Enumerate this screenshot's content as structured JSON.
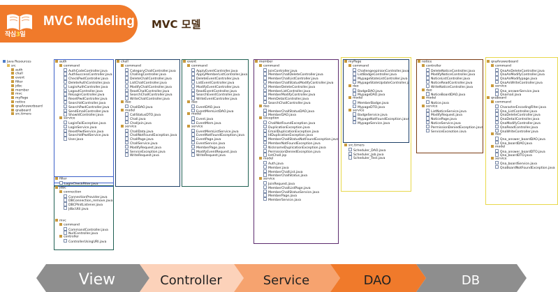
{
  "header": {
    "title": "MVC Modeling",
    "logo_text_a": "작심",
    "logo_text_b": "3",
    "logo_text_c": "일",
    "subtitle": "MVC 모델"
  },
  "root": [
    {
      "t": "Java Resources",
      "k": "proj",
      "d": 0
    },
    {
      "t": "src",
      "k": "folder",
      "d": 1
    },
    {
      "t": "auth",
      "k": "pkg",
      "d": 2
    },
    {
      "t": "chall",
      "k": "pkg",
      "d": 2
    },
    {
      "t": "event",
      "k": "pkg",
      "d": 2
    },
    {
      "t": "filter",
      "k": "pkg",
      "d": 2
    },
    {
      "t": "jdbc",
      "k": "pkg",
      "d": 2
    },
    {
      "t": "member",
      "k": "pkg",
      "d": 2
    },
    {
      "t": "mvc",
      "k": "pkg",
      "d": 2
    },
    {
      "t": "myPage",
      "k": "pkg",
      "d": 2
    },
    {
      "t": "notice",
      "k": "pkg",
      "d": 2
    },
    {
      "t": "qnaAnswerboard",
      "k": "pkg",
      "d": 2
    },
    {
      "t": "qnaboard",
      "k": "pkg",
      "d": 2
    },
    {
      "t": "src.timers",
      "k": "pkg",
      "d": 2
    }
  ],
  "auth": [
    {
      "t": "auth",
      "k": "pkg",
      "d": 0
    },
    {
      "t": "command",
      "k": "pkg",
      "d": 1
    },
    {
      "t": "AuthCodeController.java",
      "k": "file",
      "d": 2
    },
    {
      "t": "AuthSuccessController.java",
      "k": "file",
      "d": 2
    },
    {
      "t": "CheckPwdController.java",
      "k": "file",
      "d": 2
    },
    {
      "t": "DeleteAuthController.java",
      "k": "file",
      "d": 2
    },
    {
      "t": "LoginAuthController.java",
      "k": "file",
      "d": 2
    },
    {
      "t": "LogoutController.java",
      "k": "file",
      "d": 2
    },
    {
      "t": "ReLoginController.java",
      "k": "file",
      "d": 2
    },
    {
      "t": "ResetPwdController.java",
      "k": "file",
      "d": 2
    },
    {
      "t": "SearchIdController.java",
      "k": "file",
      "d": 2
    },
    {
      "t": "SearchPwdController.java",
      "k": "file",
      "d": 2
    },
    {
      "t": "SendEmailController.java",
      "k": "file",
      "d": 2
    },
    {
      "t": "ShowIdController.java",
      "k": "file",
      "d": 2
    },
    {
      "t": "service",
      "k": "pkg",
      "d": 1
    },
    {
      "t": "LoginFailException.java",
      "k": "file",
      "d": 2
    },
    {
      "t": "LoginService.java",
      "k": "file",
      "d": 2
    },
    {
      "t": "ResetPwdService.java",
      "k": "file",
      "d": 2
    },
    {
      "t": "SearchIdPwdService.java",
      "k": "file",
      "d": 2
    },
    {
      "t": "User.java",
      "k": "file",
      "d": 2
    }
  ],
  "filter": [
    {
      "t": "filter",
      "k": "pkg",
      "d": 0
    },
    {
      "t": "LoginCheckFilter.java",
      "k": "file",
      "d": 1
    }
  ],
  "jdbc": [
    {
      "t": "jdbc",
      "k": "pkg",
      "d": 0
    },
    {
      "t": "connection",
      "k": "pkg",
      "d": 1
    },
    {
      "t": "ConnectionProvider.java",
      "k": "file",
      "d": 2
    },
    {
      "t": "DBConnection_remove.java",
      "k": "file",
      "d": 2
    },
    {
      "t": "DBCPInitListener.java",
      "k": "file",
      "d": 2
    },
    {
      "t": "JdbcUtil.java",
      "k": "file",
      "d": 2
    }
  ],
  "mvc": [
    {
      "t": "mvc",
      "k": "pkg",
      "d": 0
    },
    {
      "t": "command",
      "k": "pkg",
      "d": 1
    },
    {
      "t": "CommandController.java",
      "k": "file",
      "d": 2
    },
    {
      "t": "NullController.java",
      "k": "file",
      "d": 2
    },
    {
      "t": "controller",
      "k": "pkg",
      "d": 1
    },
    {
      "t": "ControllerUsingURI.java",
      "k": "file",
      "d": 2
    }
  ],
  "chall": [
    {
      "t": "chall",
      "k": "pkg",
      "d": 0
    },
    {
      "t": "command",
      "k": "pkg",
      "d": 1
    },
    {
      "t": "CategoryChallController.java",
      "k": "file",
      "d": 2
    },
    {
      "t": "ChallingController.java",
      "k": "file",
      "d": 2
    },
    {
      "t": "DeleteChallController.java",
      "k": "file",
      "d": 2
    },
    {
      "t": "ListChallController.java",
      "k": "file",
      "d": 2
    },
    {
      "t": "ModifyChallController.java",
      "k": "file",
      "d": 2
    },
    {
      "t": "ReadChallController.java",
      "k": "file",
      "d": 2
    },
    {
      "t": "SearchChallController.java",
      "k": "file",
      "d": 2
    },
    {
      "t": "WriteChallController.java",
      "k": "file",
      "d": 2
    },
    {
      "t": "dao",
      "k": "pkg",
      "d": 1
    },
    {
      "t": "ChallDAO.java",
      "k": "file",
      "d": 2
    },
    {
      "t": "model",
      "k": "pkg",
      "d": 1
    },
    {
      "t": "CallStatusDTO.java",
      "k": "file",
      "d": 2
    },
    {
      "t": "Chall.java",
      "k": "file",
      "d": 2
    },
    {
      "t": "Challjoin.java",
      "k": "file",
      "d": 2
    },
    {
      "t": "service",
      "k": "pkg",
      "d": 1
    },
    {
      "t": "ChallData.java",
      "k": "file",
      "d": 2
    },
    {
      "t": "ChallNotFoundException.java",
      "k": "file",
      "d": 2
    },
    {
      "t": "ChallPage.java",
      "k": "file",
      "d": 2
    },
    {
      "t": "ChallService.java",
      "k": "file",
      "d": 2
    },
    {
      "t": "ModifyRequest.java",
      "k": "file",
      "d": 2
    },
    {
      "t": "ServiceException.java",
      "k": "file",
      "d": 2
    },
    {
      "t": "WriteRequest.java",
      "k": "file",
      "d": 2
    }
  ],
  "event": [
    {
      "t": "event",
      "k": "pkg",
      "d": 0
    },
    {
      "t": "command",
      "k": "pkg",
      "d": 1
    },
    {
      "t": "ApplyEventController.java",
      "k": "file",
      "d": 2
    },
    {
      "t": "ApplyMemberListController.java",
      "k": "file",
      "d": 2
    },
    {
      "t": "DeleteEventController.java",
      "k": "file",
      "d": 2
    },
    {
      "t": "ListEventController.java",
      "k": "file",
      "d": 2
    },
    {
      "t": "ModifyEventController.java",
      "k": "file",
      "d": 2
    },
    {
      "t": "ReadEventController.java",
      "k": "file",
      "d": 2
    },
    {
      "t": "SearchEventController.java",
      "k": "file",
      "d": 2
    },
    {
      "t": "WriteEventController.java",
      "k": "file",
      "d": 2
    },
    {
      "t": "dao",
      "k": "pkg",
      "d": 1
    },
    {
      "t": "EventDAO.java",
      "k": "file",
      "d": 2
    },
    {
      "t": "EventMemListDAO.java",
      "k": "file",
      "d": 2
    },
    {
      "t": "model",
      "k": "pkg",
      "d": 1
    },
    {
      "t": "Event.java",
      "k": "file",
      "d": 2
    },
    {
      "t": "EventMem.java",
      "k": "file",
      "d": 2
    },
    {
      "t": "service",
      "k": "pkg",
      "d": 1
    },
    {
      "t": "EventMemListService.java",
      "k": "file",
      "d": 2
    },
    {
      "t": "EventNotFoundException.java",
      "k": "file",
      "d": 2
    },
    {
      "t": "EventPage.java",
      "k": "file",
      "d": 2
    },
    {
      "t": "EventService.java",
      "k": "file",
      "d": 2
    },
    {
      "t": "MemberPage.java",
      "k": "file",
      "d": 2
    },
    {
      "t": "ModifyEventRequest.java",
      "k": "file",
      "d": 2
    },
    {
      "t": "WriteRequest.java",
      "k": "file",
      "d": 2
    }
  ],
  "member": [
    {
      "t": "member",
      "k": "pkg",
      "d": 0
    },
    {
      "t": "command",
      "k": "pkg",
      "d": 1
    },
    {
      "t": "JoinController.java",
      "k": "file",
      "d": 2
    },
    {
      "t": "MemberChallDeleteController.java",
      "k": "file",
      "d": 2
    },
    {
      "t": "MemberChallListController.java",
      "k": "file",
      "d": 2
    },
    {
      "t": "MemberChallStatusModifyController.java",
      "k": "file",
      "d": 2
    },
    {
      "t": "MemberDeleteController.java",
      "k": "file",
      "d": 2
    },
    {
      "t": "MemberListController.java",
      "k": "file",
      "d": 2
    },
    {
      "t": "MemberModifyController.java",
      "k": "file",
      "d": 2
    },
    {
      "t": "MemDetailController.java",
      "k": "file",
      "d": 2
    },
    {
      "t": "SearchChallController.java",
      "k": "file",
      "d": 2
    },
    {
      "t": "dao",
      "k": "pkg",
      "d": 1
    },
    {
      "t": "MemberChallStatusDAO.java",
      "k": "file",
      "d": 2
    },
    {
      "t": "MemberDAO.java",
      "k": "file",
      "d": 2
    },
    {
      "t": "exception",
      "k": "pkg",
      "d": 1
    },
    {
      "t": "ChallNotFoundException.java",
      "k": "file",
      "d": 2
    },
    {
      "t": "DuplicationException.java",
      "k": "file",
      "d": 2
    },
    {
      "t": "EmailDuplicationException.java",
      "k": "file",
      "d": 2
    },
    {
      "t": "IdDuplicationException.java",
      "k": "file",
      "d": 2
    },
    {
      "t": "MemberChallStatusNotFoundException.java",
      "k": "file",
      "d": 2
    },
    {
      "t": "MemberNotFoundException.java",
      "k": "file",
      "d": 2
    },
    {
      "t": "NicknameDuplicationException.java",
      "k": "file",
      "d": 2
    },
    {
      "t": "PermissionDeniedException.java",
      "k": "file",
      "d": 2
    },
    {
      "t": "listChall.jsp",
      "k": "file",
      "d": 2
    },
    {
      "t": "model",
      "k": "pkg",
      "d": 1
    },
    {
      "t": "Auth.java",
      "k": "file",
      "d": 2
    },
    {
      "t": "Member.java",
      "k": "file",
      "d": 2
    },
    {
      "t": "MemberChallList.java",
      "k": "file",
      "d": 2
    },
    {
      "t": "MemberChallStatus.java",
      "k": "file",
      "d": 2
    },
    {
      "t": "service",
      "k": "pkg",
      "d": 1
    },
    {
      "t": "JoinRequest.java",
      "k": "file",
      "d": 2
    },
    {
      "t": "MemberChallListPage.java",
      "k": "file",
      "d": 2
    },
    {
      "t": "MemberChallStatusService.java",
      "k": "file",
      "d": 2
    },
    {
      "t": "MemberPage.java",
      "k": "file",
      "d": 2
    },
    {
      "t": "MemberService.java",
      "k": "file",
      "d": 2
    }
  ],
  "mypage": [
    {
      "t": "myPage",
      "k": "pkg",
      "d": 0
    },
    {
      "t": "command",
      "k": "pkg",
      "d": 1
    },
    {
      "t": "ChallengeopinionController.java",
      "k": "file",
      "d": 2
    },
    {
      "t": "ListBadgeController.java",
      "k": "file",
      "d": 2
    },
    {
      "t": "MypageStateListController.java",
      "k": "file",
      "d": 2
    },
    {
      "t": "MypageStateUpdateController.java",
      "k": "file",
      "d": 2
    },
    {
      "t": "dao",
      "k": "pkg",
      "d": 1
    },
    {
      "t": "BadgeDAO.java",
      "k": "file",
      "d": 2
    },
    {
      "t": "MypageDAO.java",
      "k": "file",
      "d": 2
    },
    {
      "t": "model",
      "k": "pkg",
      "d": 1
    },
    {
      "t": "MemberBadge.java",
      "k": "file",
      "d": 2
    },
    {
      "t": "MypageDTO.java",
      "k": "file",
      "d": 2
    },
    {
      "t": "service",
      "k": "pkg",
      "d": 1
    },
    {
      "t": "BadgeService.java",
      "k": "file",
      "d": 2
    },
    {
      "t": "MypageNotFoundException.java",
      "k": "file",
      "d": 2
    },
    {
      "t": "MypageService.java",
      "k": "file",
      "d": 2
    }
  ],
  "timers": [
    {
      "t": "src.timers",
      "k": "pkg",
      "d": 0
    },
    {
      "t": "Scheduler_DAO.java",
      "k": "file",
      "d": 1
    },
    {
      "t": "Scheduler_Job.java",
      "k": "file",
      "d": 1
    },
    {
      "t": "Scheduler_Test.java",
      "k": "file",
      "d": 1
    }
  ],
  "notice": [
    {
      "t": "notice",
      "k": "pkg",
      "d": 0
    },
    {
      "t": "controller",
      "k": "pkg",
      "d": 1
    },
    {
      "t": "DeleteNoticeController.java",
      "k": "file",
      "d": 2
    },
    {
      "t": "ModifyNoticeController.java",
      "k": "file",
      "d": 2
    },
    {
      "t": "NoticeListController.java",
      "k": "file",
      "d": 2
    },
    {
      "t": "NoticeReadController.java",
      "k": "file",
      "d": 2
    },
    {
      "t": "WriteNoticeController.java",
      "k": "file",
      "d": 2
    },
    {
      "t": "dao",
      "k": "pkg",
      "d": 1
    },
    {
      "t": "NoticeBoardDAO.java",
      "k": "file",
      "d": 2
    },
    {
      "t": "model",
      "k": "pkg",
      "d": 1
    },
    {
      "t": "Notice.java",
      "k": "file",
      "d": 2
    },
    {
      "t": "service",
      "k": "pkg",
      "d": 1
    },
    {
      "t": "ListNoticeService.java",
      "k": "file",
      "d": 2
    },
    {
      "t": "ModifyRequest.java",
      "k": "file",
      "d": 2
    },
    {
      "t": "NoticePage.java",
      "k": "file",
      "d": 2
    },
    {
      "t": "NoticeService.java",
      "k": "file",
      "d": 2
    },
    {
      "t": "PermissionDeniedException.java",
      "k": "file",
      "d": 2
    },
    {
      "t": "ServiceException.java",
      "k": "file",
      "d": 2
    }
  ],
  "qna": [
    {
      "t": "qnaAnswerboard",
      "k": "pkg",
      "d": 0
    },
    {
      "t": "command",
      "k": "pkg",
      "d": 1
    },
    {
      "t": "QnaAnDeleteController.java",
      "k": "file",
      "d": 2
    },
    {
      "t": "QnaAnModifyController.java",
      "k": "file",
      "d": 2
    },
    {
      "t": "QnaAnModifypage.java",
      "k": "file",
      "d": 2
    },
    {
      "t": "QnaAnWriteController.java",
      "k": "file",
      "d": 2
    },
    {
      "t": "service",
      "k": "pkg",
      "d": 1
    },
    {
      "t": "Qna_answerService.java",
      "k": "file",
      "d": 2
    },
    {
      "t": "Qnamail.java",
      "k": "file",
      "d": 2
    },
    {
      "t": "qnaboard",
      "k": "pkg",
      "d": 0
    },
    {
      "t": "command",
      "k": "pkg",
      "d": 1
    },
    {
      "t": "CharacterEncodingFilter.java",
      "k": "file",
      "d": 2
    },
    {
      "t": "Qna_ListController.java",
      "k": "file",
      "d": 2
    },
    {
      "t": "QnaDeleteController.java",
      "k": "file",
      "d": 2
    },
    {
      "t": "QnaDetailController.java",
      "k": "file",
      "d": 2
    },
    {
      "t": "QnaModifyController.java",
      "k": "file",
      "d": 2
    },
    {
      "t": "QnaReadController.java",
      "k": "file",
      "d": 2
    },
    {
      "t": "QnaWriteController.java",
      "k": "file",
      "d": 2
    },
    {
      "t": "dao",
      "k": "pkg",
      "d": 1
    },
    {
      "t": "Qna_answer_boardDAO.java",
      "k": "file",
      "d": 2
    },
    {
      "t": "Qna_boardDAO.java",
      "k": "file",
      "d": 2
    },
    {
      "t": "model",
      "k": "pkg",
      "d": 1
    },
    {
      "t": "Qna_answer_boardDTO.java",
      "k": "file",
      "d": 2
    },
    {
      "t": "Qna_boardDTO.java",
      "k": "file",
      "d": 2
    },
    {
      "t": "service",
      "k": "pkg",
      "d": 1
    },
    {
      "t": "Qna_boardService.java",
      "k": "file",
      "d": 2
    },
    {
      "t": "QnaBoardNotFoundException.java",
      "k": "file",
      "d": 2
    }
  ],
  "layers": [
    {
      "label": "View",
      "bg": "#8e8e8e",
      "fg": "#ffffff"
    },
    {
      "label": "Controller",
      "bg": "#fcd2ba",
      "fg": "#222222"
    },
    {
      "label": "Service",
      "bg": "#f6a36f",
      "fg": "#222222"
    },
    {
      "label": "DAO",
      "bg": "#f07a2b",
      "fg": "#222222"
    },
    {
      "label": "DB",
      "bg": "#8e8e8e",
      "fg": "#ffffff"
    }
  ],
  "colors": {
    "brand": "#f07a2b",
    "box_blue": "#3a5fc8",
    "box_teal": "#1f5f52",
    "box_purple": "#5c2b6e",
    "box_navy": "#1d3f66",
    "box_yellow": "#e8d84a",
    "box_brown": "#7a3a12"
  }
}
